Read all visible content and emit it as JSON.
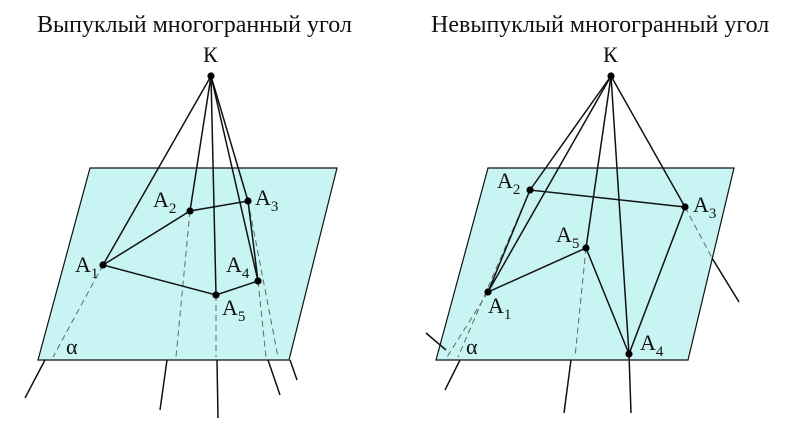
{
  "colors": {
    "plane_fill": "#c8f4f4",
    "line": "#111111",
    "dashed": "#666666"
  },
  "left_figure": {
    "title": "Выпуклый многогранный угол",
    "apex": "К",
    "plane": "α",
    "vertices": [
      {
        "base": "A",
        "index": "1"
      },
      {
        "base": "A",
        "index": "2"
      },
      {
        "base": "A",
        "index": "3"
      },
      {
        "base": "A",
        "index": "4"
      },
      {
        "base": "A",
        "index": "5"
      }
    ]
  },
  "right_figure": {
    "title": "Невыпуклый многогранный угол",
    "apex": "К",
    "plane": "α",
    "vertices": [
      {
        "base": "A",
        "index": "1"
      },
      {
        "base": "A",
        "index": "2"
      },
      {
        "base": "A",
        "index": "3"
      },
      {
        "base": "A",
        "index": "4"
      },
      {
        "base": "A",
        "index": "5"
      }
    ]
  }
}
